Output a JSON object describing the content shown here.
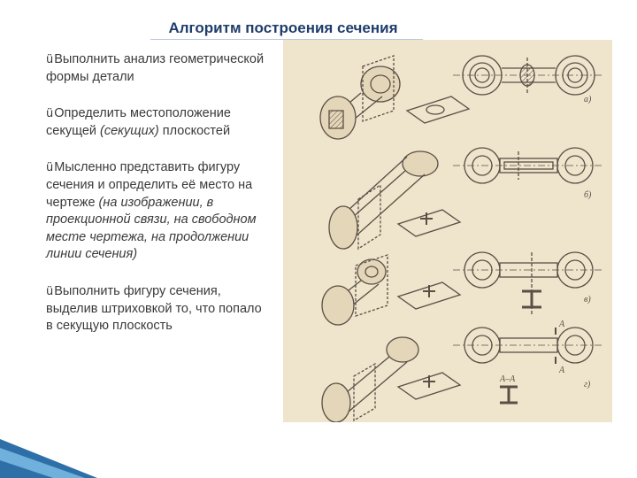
{
  "title": "Алгоритм построения сечения",
  "bullets": [
    {
      "mark": "ü",
      "text": "Выполнить анализ геометрической формы детали",
      "italic": "",
      "tail": ""
    },
    {
      "mark": "ü",
      "text": "Определить местоположение секущей ",
      "italic": "(секущих)",
      "tail": " плоскостей"
    },
    {
      "mark": "ü",
      "text": "Мысленно представить фигуру сечения и определить её место на чертеже ",
      "italic": "(на изображении, в проекционной связи, на свободном месте чертежа, на продолжении линии сечения)",
      "tail": ""
    },
    {
      "mark": "ü",
      "text": "Выполнить фигуру сечения, выделив штриховкой то, что попало в секущую плоскость",
      "italic": "",
      "tail": ""
    }
  ],
  "figure": {
    "labels": [
      "а)",
      "б)",
      "в)",
      "г)"
    ],
    "section_marks": [
      "А",
      "А",
      "А–А"
    ]
  },
  "colors": {
    "title": "#1f3d6b",
    "text": "#3a3a3a",
    "figure_bg": "#efe4cc",
    "line": "#5a4f45",
    "corner_dark": "#2f6fa7",
    "corner_light": "#6fb0dc"
  }
}
